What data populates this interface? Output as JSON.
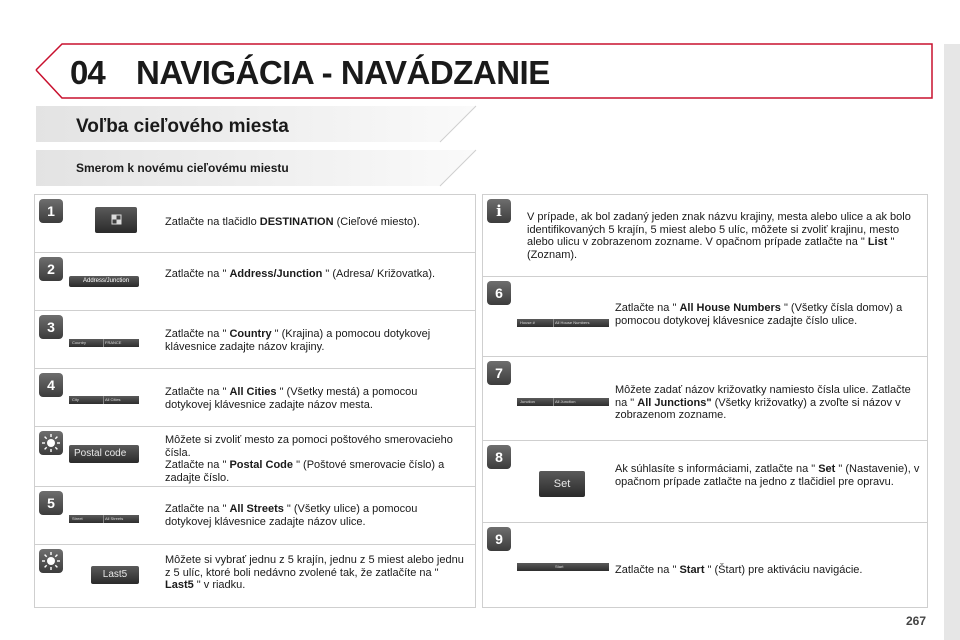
{
  "header": {
    "chapter_number": "04",
    "chapter_title": "NAVIGÁCIA - NAVÁDZANIE",
    "accent_color": "#c8102e"
  },
  "section_title": "Voľba cieľového miesta",
  "subsection_title": "Smerom k novému cieľovému miestu",
  "left_steps": [
    {
      "badge": "1",
      "pre": "Zatlačte na tlačidlo ",
      "bold": "DESTINATION",
      "post": " (Cieľové miesto).",
      "ui_label": ""
    },
    {
      "badge": "2",
      "pre": "Zatlačte na \" ",
      "bold": "Address/Junction",
      "post": " \" (Adresa/ Križovatka).",
      "ui_label": "Address/Junction"
    },
    {
      "badge": "3",
      "pre": "Zatlačte na \" ",
      "bold": "Country",
      "post": " \" (Krajina) a pomocou dotykovej klávesnice zadajte názov krajiny.",
      "ui_label": "Country",
      "ui_value": "FRANCE"
    },
    {
      "badge": "4",
      "pre": "Zatlačte na \" ",
      "bold": "All Cities",
      "post": " \" (Všetky mestá) a pomocou dotykovej klávesnice zadajte názov mesta.",
      "ui_label": "City",
      "ui_value": "All Cities"
    }
  ],
  "tip_postal": {
    "line1": "Môžete si zvoliť mesto za pomoci poštového smerovacieho čísla.",
    "pre": "Zatlačte na \" ",
    "bold": "Postal Code",
    "post": " \" (Poštové smerovacie číslo) a zadajte číslo.",
    "ui_label": "Postal code"
  },
  "step5": {
    "badge": "5",
    "pre": "Zatlačte na \" ",
    "bold": "All Streets",
    "post": " \" (Všetky ulice) a pomocou dotykovej klávesnice zadajte názov ulice.",
    "ui_label": "Street",
    "ui_value": "All Streets"
  },
  "tip_last5": {
    "pre": "Môžete si vybrať jednu z 5 krajín, jednu z 5 miest alebo jednu z 5 ulíc, ktoré boli nedávno zvolené tak, že zatlačíte na \" ",
    "bold": "Last5",
    "post": " \" v riadku.",
    "ui_label": "Last5"
  },
  "info": {
    "badge": "i",
    "pre": "V prípade, ak bol zadaný jeden znak názvu krajiny, mesta alebo ulice a ak bolo identifikovaných 5 krajín, 5 miest alebo 5 ulíc, môžete si zvoliť krajinu, mesto alebo ulicu v zobrazenom zozname. V opačnom prípade zatlačte na \" ",
    "bold": "List",
    "post": " \" (Zoznam)."
  },
  "right_steps": [
    {
      "badge": "6",
      "pre": "Zatlačte na \" ",
      "bold": "All House Numbers",
      "post": " \" (Všetky čísla domov) a pomocou dotykovej klávesnice zadajte číslo ulice.",
      "ui_label": "House #",
      "ui_value": "All House Numbers"
    },
    {
      "badge": "7",
      "pre": "Môžete zadať názov križovatky namiesto čísla ulice. Zatlačte na \" ",
      "bold": "All Junctions\"",
      "post": " (Všetky križovatky) a zvoľte si názov v zobrazenom zozname.",
      "ui_label": "Junction",
      "ui_value": "All Junction"
    },
    {
      "badge": "8",
      "pre": "Ak súhlasíte s informáciami, zatlačte na \" ",
      "bold": "Set",
      "post": " \" (Nastavenie), v opačnom prípade zatlačte na jedno z tlačidiel pre opravu.",
      "ui_label": "Set"
    },
    {
      "badge": "9",
      "pre": "Zatlačte na \" ",
      "bold": "Start",
      "post": " \" (Štart) pre aktiváciu navigácie.",
      "ui_label": "Start"
    }
  ],
  "page_number": "267"
}
